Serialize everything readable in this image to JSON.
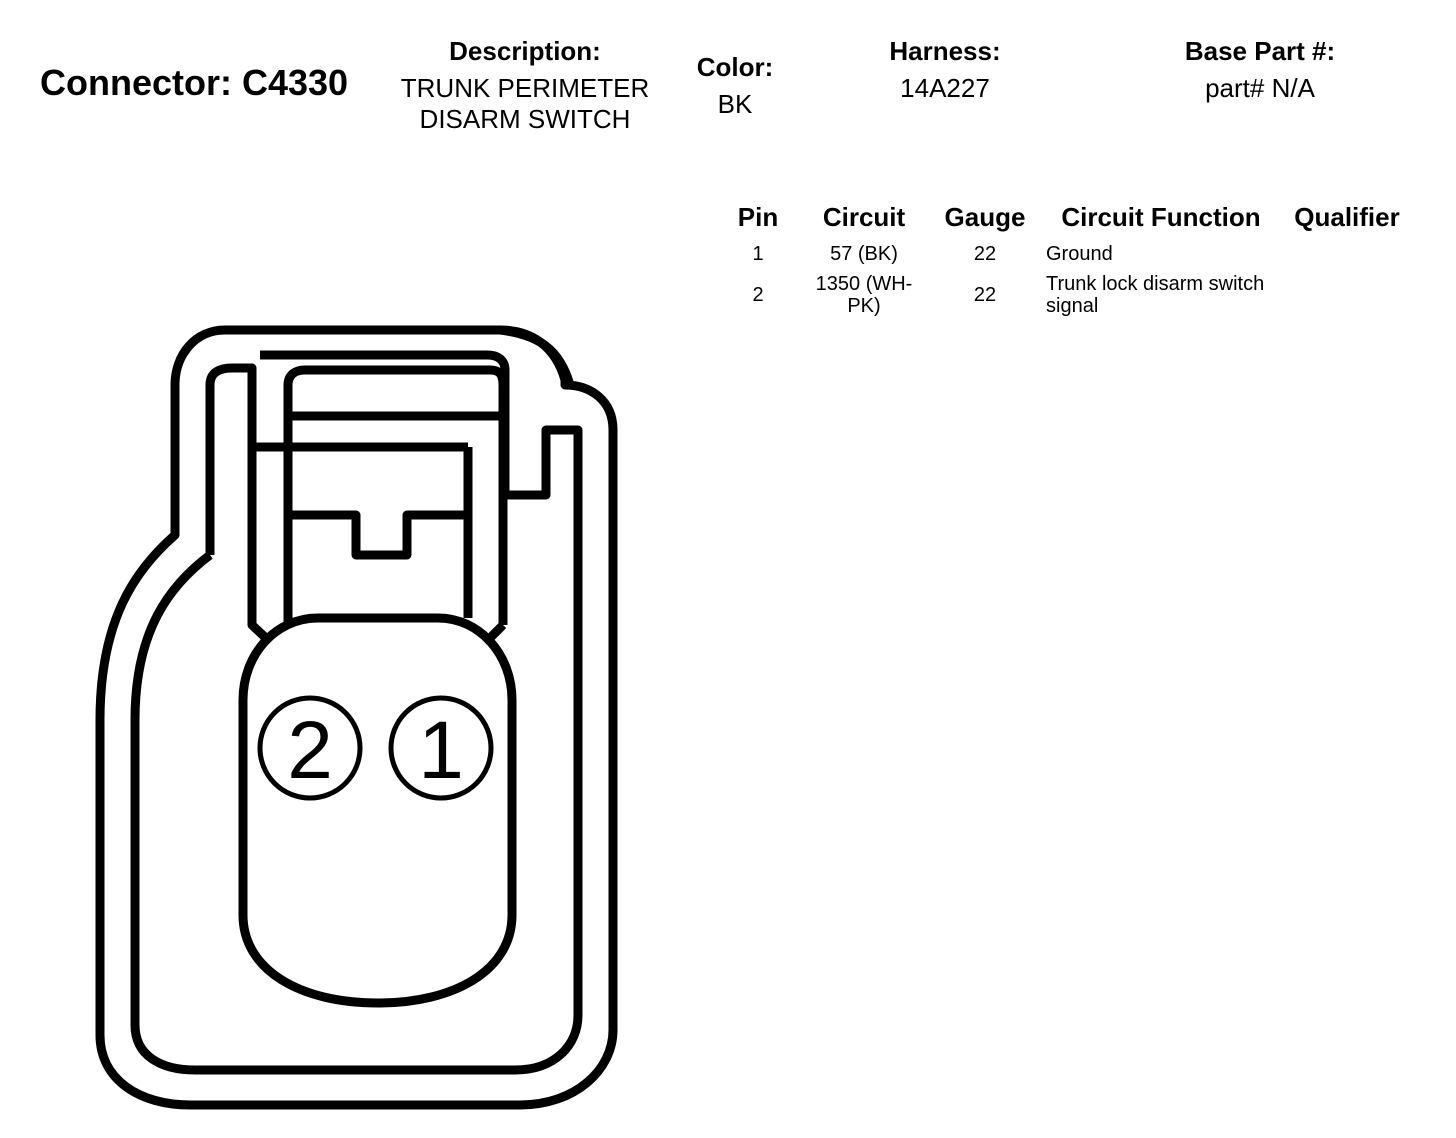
{
  "connector": {
    "title": "Connector: C4330"
  },
  "description": {
    "label": "Description:",
    "line1": "TRUNK PERIMETER",
    "line2": "DISARM SWITCH"
  },
  "color": {
    "label": "Color:",
    "value": "BK"
  },
  "harness": {
    "label": "Harness:",
    "value": "14A227"
  },
  "base_part": {
    "label": "Base Part #:",
    "value": "part# N/A"
  },
  "pin_table": {
    "headers": {
      "pin": "Pin",
      "circuit": "Circuit",
      "gauge": "Gauge",
      "function": "Circuit Function",
      "qualifier": "Qualifier"
    },
    "rows": [
      {
        "pin": "1",
        "circuit": "57 (BK)",
        "gauge": "22",
        "function": "Ground",
        "qualifier": ""
      },
      {
        "pin": "2",
        "circuit": "1350 (WH-PK)",
        "gauge": "22",
        "function": "Trunk lock disarm switch signal",
        "qualifier": ""
      }
    ]
  },
  "diagram": {
    "pin_labels": [
      "2",
      "1"
    ]
  }
}
